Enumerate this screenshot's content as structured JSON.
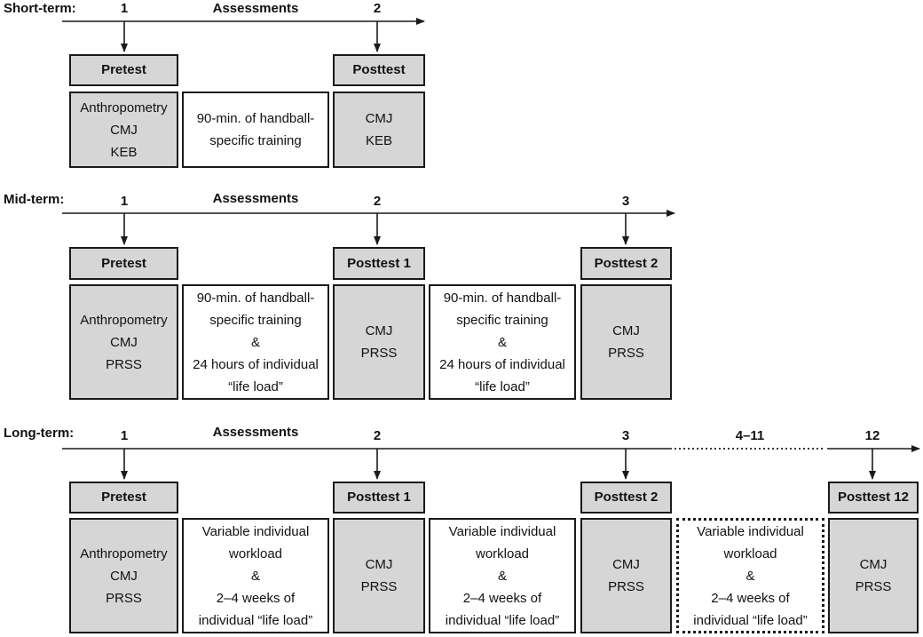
{
  "sections": {
    "short": {
      "label": "Short-term:",
      "assessments": "Assessments",
      "numbers": [
        "1",
        "2"
      ],
      "pretest": {
        "title": "Pretest",
        "lines": [
          "Anthropometry",
          "CMJ",
          "KEB"
        ]
      },
      "training": {
        "lines": [
          "90-min. of handball-",
          "specific training"
        ]
      },
      "posttest": {
        "title": "Posttest",
        "lines": [
          "CMJ",
          "KEB"
        ]
      }
    },
    "mid": {
      "label": "Mid-term:",
      "assessments": "Assessments",
      "numbers": [
        "1",
        "2",
        "3"
      ],
      "pretest": {
        "title": "Pretest",
        "lines": [
          "Anthropometry",
          "CMJ",
          "PRSS"
        ]
      },
      "training1": {
        "lines": [
          "90-min. of handball-",
          "specific training",
          "&",
          "24 hours of individual",
          "“life load”"
        ]
      },
      "posttest1": {
        "title": "Posttest 1",
        "lines": [
          "CMJ",
          "PRSS"
        ]
      },
      "training2": {
        "lines": [
          "90-min. of handball-",
          "specific training",
          "&",
          "24 hours of individual",
          "“life load”"
        ]
      },
      "posttest2": {
        "title": "Posttest 2",
        "lines": [
          "CMJ",
          "PRSS"
        ]
      }
    },
    "long": {
      "label": "Long-term:",
      "assessments": "Assessments",
      "numbers": [
        "1",
        "2",
        "3",
        "4–11",
        "12"
      ],
      "pretest": {
        "title": "Pretest",
        "lines": [
          "Anthropometry",
          "CMJ",
          "PRSS"
        ]
      },
      "workload1": {
        "lines": [
          "Variable individual",
          "workload",
          "&",
          "2–4 weeks of",
          "individual “life load”"
        ]
      },
      "posttest1": {
        "title": "Posttest 1",
        "lines": [
          "CMJ",
          "PRSS"
        ]
      },
      "workload2": {
        "lines": [
          "Variable individual",
          "workload",
          "&",
          "2–4 weeks of",
          "individual “life load”"
        ]
      },
      "posttest2": {
        "title": "Posttest 2",
        "lines": [
          "CMJ",
          "PRSS"
        ]
      },
      "workload3": {
        "lines": [
          "Variable individual",
          "workload",
          "&",
          "2–4 weeks of",
          "individual “life load”"
        ]
      },
      "posttest12": {
        "title": "Posttest 12",
        "lines": [
          "CMJ",
          "PRSS"
        ]
      }
    }
  }
}
